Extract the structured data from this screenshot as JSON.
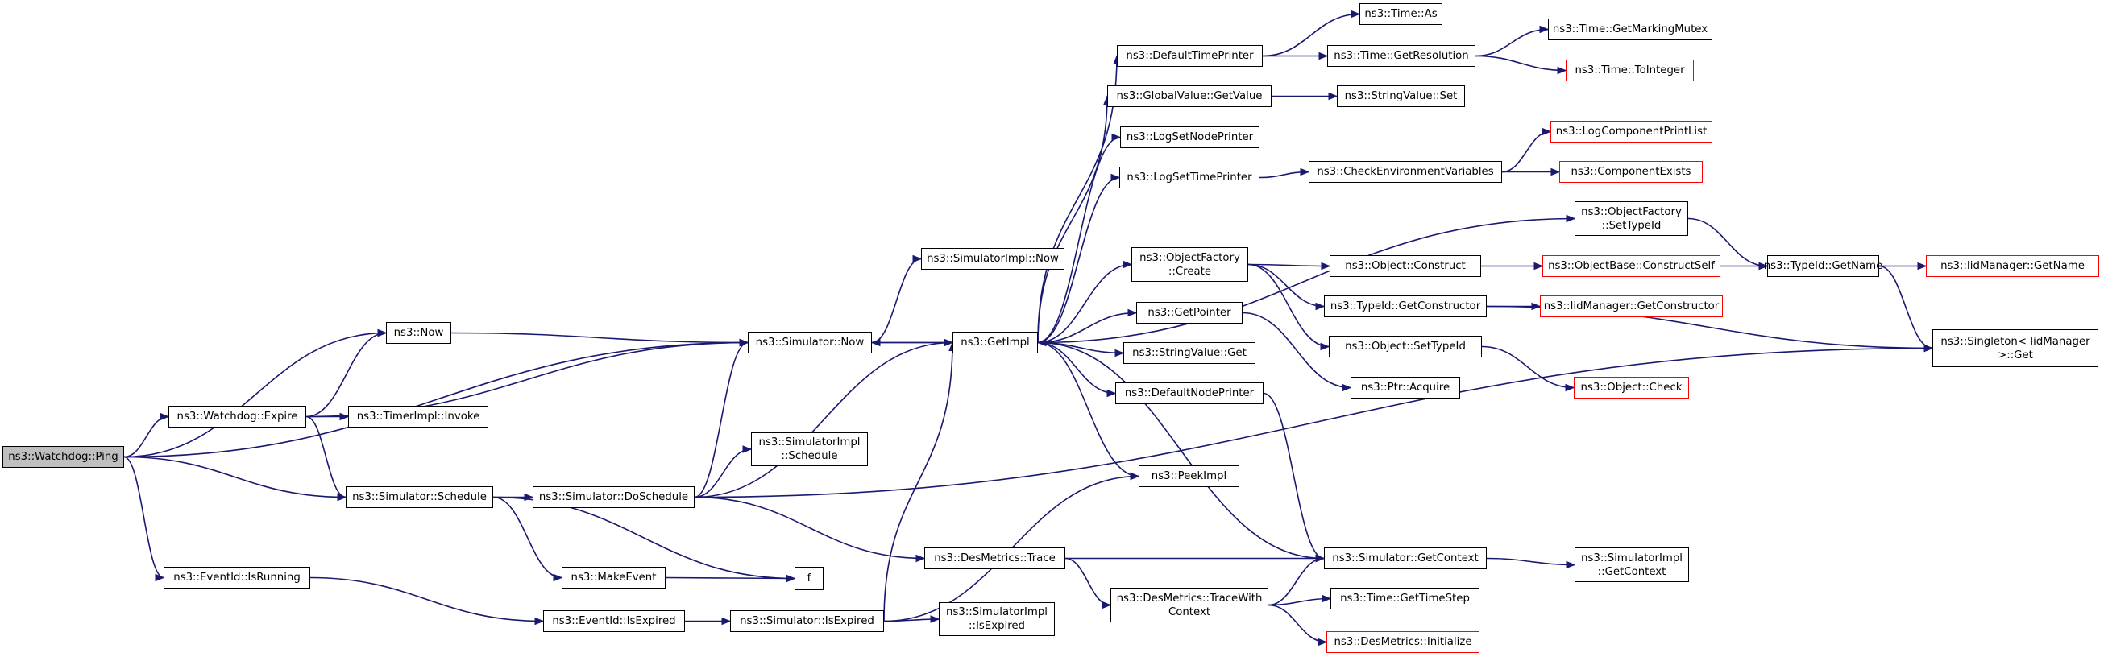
{
  "graph": {
    "colors": {
      "edge": "#191970",
      "node_border": "#000000",
      "truncated_node_border": "#ff0000",
      "root_fill": "#bfbfbf"
    },
    "nodes": [
      {
        "id": "ping",
        "label": "ns3::Watchdog::Ping",
        "root": true
      },
      {
        "id": "now",
        "label": "ns3::Now"
      },
      {
        "id": "expire",
        "label": "ns3::Watchdog::Expire"
      },
      {
        "id": "timerinvoke",
        "label": "ns3::TimerImpl::Invoke"
      },
      {
        "id": "schedule",
        "label": "ns3::Simulator::Schedule"
      },
      {
        "id": "isrunning",
        "label": "ns3::EventId::IsRunning"
      },
      {
        "id": "simnow",
        "label": "ns3::Simulator::Now"
      },
      {
        "id": "doschedule",
        "label": "ns3::Simulator::DoSchedule"
      },
      {
        "id": "makeevent",
        "label": "ns3::MakeEvent"
      },
      {
        "id": "isexpired_ev",
        "label": "ns3::EventId::IsExpired"
      },
      {
        "id": "f",
        "label": "f"
      },
      {
        "id": "simimplnow",
        "label": "ns3::SimulatorImpl::Now"
      },
      {
        "id": "simimplschedule",
        "label": "ns3::SimulatorImpl\n::Schedule"
      },
      {
        "id": "simisexpired",
        "label": "ns3::Simulator::IsExpired"
      },
      {
        "id": "getimpl",
        "label": "ns3::GetImpl"
      },
      {
        "id": "desmetricstrace",
        "label": "ns3::DesMetrics::Trace"
      },
      {
        "id": "simimplisexpired",
        "label": "ns3::SimulatorImpl\n::IsExpired"
      },
      {
        "id": "defaulttimeprinter",
        "label": "ns3::DefaultTimePrinter"
      },
      {
        "id": "globalvalueget",
        "label": "ns3::GlobalValue::GetValue"
      },
      {
        "id": "logsetnodeprinter",
        "label": "ns3::LogSetNodePrinter"
      },
      {
        "id": "logsettimeprinter",
        "label": "ns3::LogSetTimePrinter"
      },
      {
        "id": "objfactorycreate",
        "label": "ns3::ObjectFactory\n::Create"
      },
      {
        "id": "getpointer",
        "label": "ns3::GetPointer"
      },
      {
        "id": "stringvalueget",
        "label": "ns3::StringValue::Get"
      },
      {
        "id": "defaultnodeprinter",
        "label": "ns3::DefaultNodePrinter"
      },
      {
        "id": "peekimpl",
        "label": "ns3::PeekImpl"
      },
      {
        "id": "tracewithcontext",
        "label": "ns3::DesMetrics::TraceWith\nContext"
      },
      {
        "id": "timeas",
        "label": "ns3::Time::As"
      },
      {
        "id": "timegetres",
        "label": "ns3::Time::GetResolution"
      },
      {
        "id": "stringvalueset",
        "label": "ns3::StringValue::Set"
      },
      {
        "id": "checkenv",
        "label": "ns3::CheckEnvironmentVariables"
      },
      {
        "id": "objconstruct",
        "label": "ns3::Object::Construct"
      },
      {
        "id": "typeidgetctor",
        "label": "ns3::TypeId::GetConstructor"
      },
      {
        "id": "objsettypeid",
        "label": "ns3::Object::SetTypeId"
      },
      {
        "id": "ptracquire",
        "label": "ns3::Ptr::Acquire"
      },
      {
        "id": "simgetcontext",
        "label": "ns3::Simulator::GetContext"
      },
      {
        "id": "timegettimestep",
        "label": "ns3::Time::GetTimeStep"
      },
      {
        "id": "desmetricsinit",
        "label": "ns3::DesMetrics::Initialize",
        "red": true
      },
      {
        "id": "timegetmarkingmutex",
        "label": "ns3::Time::GetMarkingMutex"
      },
      {
        "id": "timetointeger",
        "label": "ns3::Time::ToInteger",
        "red": true
      },
      {
        "id": "logcomponentprintlist",
        "label": "ns3::LogComponentPrintList",
        "red": true
      },
      {
        "id": "componentexists",
        "label": "ns3::ComponentExists",
        "red": true
      },
      {
        "id": "objfactorysettypeid",
        "label": "ns3::ObjectFactory\n::SetTypeId"
      },
      {
        "id": "objbaseconstructself",
        "label": "ns3::ObjectBase::ConstructSelf",
        "red": true
      },
      {
        "id": "iidmgrgetctor",
        "label": "ns3::IidManager::GetConstructor",
        "red": true
      },
      {
        "id": "objcheck",
        "label": "ns3::Object::Check",
        "red": true
      },
      {
        "id": "simimplgetcontext",
        "label": "ns3::SimulatorImpl\n::GetContext"
      },
      {
        "id": "typeidgetname",
        "label": "ns3::TypeId::GetName"
      },
      {
        "id": "iidmgrgetname",
        "label": "ns3::IidManager::GetName",
        "red": true
      },
      {
        "id": "singletonget",
        "label": "ns3::Singleton< IidManager\n >::Get"
      }
    ],
    "edges": [
      [
        "ping",
        "now"
      ],
      [
        "ping",
        "expire"
      ],
      [
        "ping",
        "simnow"
      ],
      [
        "ping",
        "schedule"
      ],
      [
        "ping",
        "isrunning"
      ],
      [
        "expire",
        "now"
      ],
      [
        "expire",
        "simnow"
      ],
      [
        "expire",
        "timerinvoke"
      ],
      [
        "expire",
        "schedule"
      ],
      [
        "now",
        "simnow"
      ],
      [
        "schedule",
        "doschedule"
      ],
      [
        "schedule",
        "makeevent"
      ],
      [
        "schedule",
        "f"
      ],
      [
        "isrunning",
        "isexpired_ev"
      ],
      [
        "isexpired_ev",
        "simisexpired"
      ],
      [
        "makeevent",
        "f"
      ],
      [
        "simnow",
        "simimplnow"
      ],
      [
        "simnow",
        "getimpl"
      ],
      [
        "doschedule",
        "simnow"
      ],
      [
        "doschedule",
        "getimpl"
      ],
      [
        "doschedule",
        "simimplschedule"
      ],
      [
        "doschedule",
        "desmetricstrace"
      ],
      [
        "doschedule",
        "singletonget"
      ],
      [
        "simisexpired",
        "getimpl"
      ],
      [
        "simisexpired",
        "peekimpl"
      ],
      [
        "simisexpired",
        "simimplisexpired"
      ],
      [
        "getimpl",
        "defaulttimeprinter"
      ],
      [
        "getimpl",
        "globalvalueget"
      ],
      [
        "getimpl",
        "logsetnodeprinter"
      ],
      [
        "getimpl",
        "logsettimeprinter"
      ],
      [
        "getimpl",
        "objfactorysettypeid"
      ],
      [
        "getimpl",
        "objfactorycreate"
      ],
      [
        "getimpl",
        "getpointer"
      ],
      [
        "getimpl",
        "stringvalueget"
      ],
      [
        "getimpl",
        "defaultnodeprinter"
      ],
      [
        "getimpl",
        "peekimpl"
      ],
      [
        "getimpl",
        "simnow"
      ],
      [
        "defaulttimeprinter",
        "timeas"
      ],
      [
        "defaulttimeprinter",
        "timegetres"
      ],
      [
        "timegetres",
        "timegetmarkingmutex"
      ],
      [
        "timegetres",
        "timetointeger"
      ],
      [
        "globalvalueget",
        "stringvalueset"
      ],
      [
        "logsettimeprinter",
        "checkenv"
      ],
      [
        "checkenv",
        "logcomponentprintlist"
      ],
      [
        "checkenv",
        "componentexists"
      ],
      [
        "objfactorysettypeid",
        "typeidgetname"
      ],
      [
        "objfactorycreate",
        "objconstruct"
      ],
      [
        "objfactorycreate",
        "typeidgetctor"
      ],
      [
        "objfactorycreate",
        "objsettypeid"
      ],
      [
        "objconstruct",
        "objbaseconstructself"
      ],
      [
        "objbaseconstructself",
        "typeidgetname"
      ],
      [
        "typeidgetname",
        "iidmgrgetname"
      ],
      [
        "typeidgetname",
        "singletonget"
      ],
      [
        "typeidgetctor",
        "iidmgrgetctor"
      ],
      [
        "typeidgetctor",
        "singletonget"
      ],
      [
        "objsettypeid",
        "objcheck"
      ],
      [
        "getpointer",
        "ptracquire"
      ],
      [
        "defaultnodeprinter",
        "simgetcontext"
      ],
      [
        "simgetcontext",
        "simimplgetcontext"
      ],
      [
        "simgetcontext",
        "getimpl"
      ],
      [
        "desmetricstrace",
        "simgetcontext"
      ],
      [
        "desmetricstrace",
        "tracewithcontext"
      ],
      [
        "tracewithcontext",
        "simgetcontext"
      ],
      [
        "tracewithcontext",
        "timegettimestep"
      ],
      [
        "tracewithcontext",
        "desmetricsinit"
      ]
    ]
  }
}
